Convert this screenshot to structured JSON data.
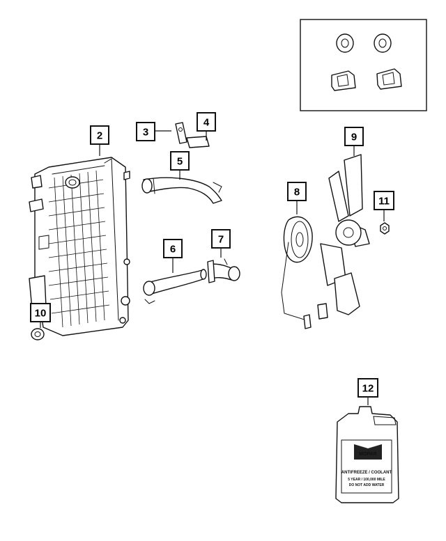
{
  "diagram": {
    "callouts": [
      {
        "id": "callout-2",
        "label": "2"
      },
      {
        "id": "callout-3",
        "label": "3"
      },
      {
        "id": "callout-4",
        "label": "4"
      },
      {
        "id": "callout-5",
        "label": "5"
      },
      {
        "id": "callout-6",
        "label": "6"
      },
      {
        "id": "callout-7",
        "label": "7"
      },
      {
        "id": "callout-8",
        "label": "8"
      },
      {
        "id": "callout-9",
        "label": "9"
      },
      {
        "id": "callout-10",
        "label": "10"
      },
      {
        "id": "callout-11",
        "label": "11"
      },
      {
        "id": "callout-12",
        "label": "12"
      }
    ],
    "coolant_jug": {
      "brand": "MOPAR",
      "product": "ANTIFREEZE / COOLANT",
      "line1": "5 YEAR / 100,000 MILE",
      "line2": "DO NOT ADD WATER"
    }
  }
}
